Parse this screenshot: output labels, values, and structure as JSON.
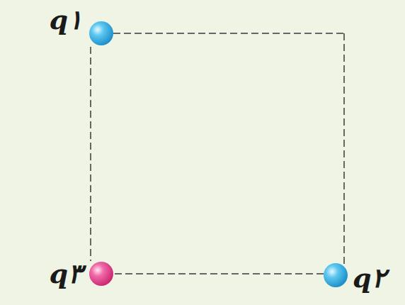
{
  "diagram": {
    "labels": [
      "q۱",
      "q۳",
      "q۲"
    ]
  }
}
